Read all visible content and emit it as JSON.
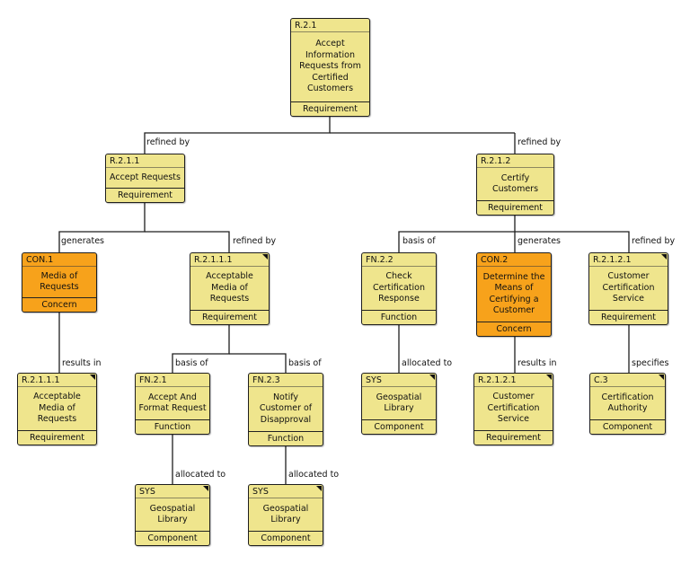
{
  "nodes": {
    "r21": {
      "id": "R.2.1",
      "title": "Accept\nInformation\nRequests from\nCertified\nCustomers",
      "type": "Requirement"
    },
    "r211": {
      "id": "R.2.1.1",
      "title": "Accept Requests",
      "type": "Requirement"
    },
    "r212": {
      "id": "R.2.1.2",
      "title": "Certify\nCustomers",
      "type": "Requirement"
    },
    "con1": {
      "id": "CON.1",
      "title": "Media of\nRequests",
      "type": "Concern"
    },
    "r2111": {
      "id": "R.2.1.1.1",
      "title": "Acceptable\nMedia of\nRequests",
      "type": "Requirement"
    },
    "fn22": {
      "id": "FN.2.2",
      "title": "Check\nCertification\nResponse",
      "type": "Function"
    },
    "con2": {
      "id": "CON.2",
      "title": "Determine the\nMeans of\nCertifying a\nCustomer",
      "type": "Concern"
    },
    "r2121a": {
      "id": "R.2.1.2.1",
      "title": "Customer\nCertification\nService",
      "type": "Requirement"
    },
    "r2111b": {
      "id": "R.2.1.1.1",
      "title": "Acceptable\nMedia of\nRequests",
      "type": "Requirement"
    },
    "fn21": {
      "id": "FN.2.1",
      "title": "Accept And\nFormat Request",
      "type": "Function"
    },
    "fn23": {
      "id": "FN.2.3",
      "title": "Notify\nCustomer of\nDisapproval",
      "type": "Function"
    },
    "sys1": {
      "id": "SYS",
      "title": "Geospatial\nLibrary",
      "type": "Component"
    },
    "r2121b": {
      "id": "R.2.1.2.1",
      "title": "Customer\nCertification\nService",
      "type": "Requirement"
    },
    "c3": {
      "id": "C.3",
      "title": "Certification\nAuthority",
      "type": "Component"
    },
    "sys2": {
      "id": "SYS",
      "title": "Geospatial\nLibrary",
      "type": "Component"
    },
    "sys3": {
      "id": "SYS",
      "title": "Geospatial\nLibrary",
      "type": "Component"
    }
  },
  "edge_labels": {
    "e1": "refined by",
    "e2": "refined by",
    "e3": "generates",
    "e4": "refined by",
    "e5": "basis of",
    "e6": "generates",
    "e7": "refined by",
    "e8": "results in",
    "e9": "basis of",
    "e10": "basis of",
    "e11": "allocated to",
    "e12": "results in",
    "e13": "specifies",
    "e14": "allocated to",
    "e15": "allocated to"
  },
  "colors": {
    "requirement": "#efe58d",
    "concern": "#f7a21b",
    "line": "#1e1e1e"
  }
}
